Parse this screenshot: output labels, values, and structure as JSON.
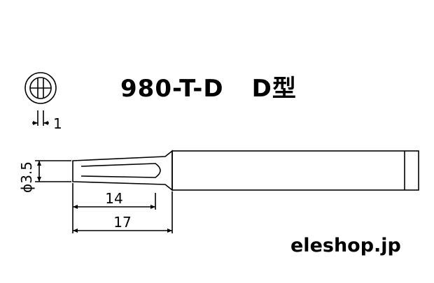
{
  "title": {
    "model": "980-T-D",
    "type_label": "D型"
  },
  "dimensions": {
    "tip_thickness": "1",
    "diameter": "ϕ3.5",
    "tip_length": "14",
    "total_length": "17"
  },
  "watermark": "eleshop.jp",
  "colors": {
    "line": "#000000",
    "background": "#ffffff"
  }
}
